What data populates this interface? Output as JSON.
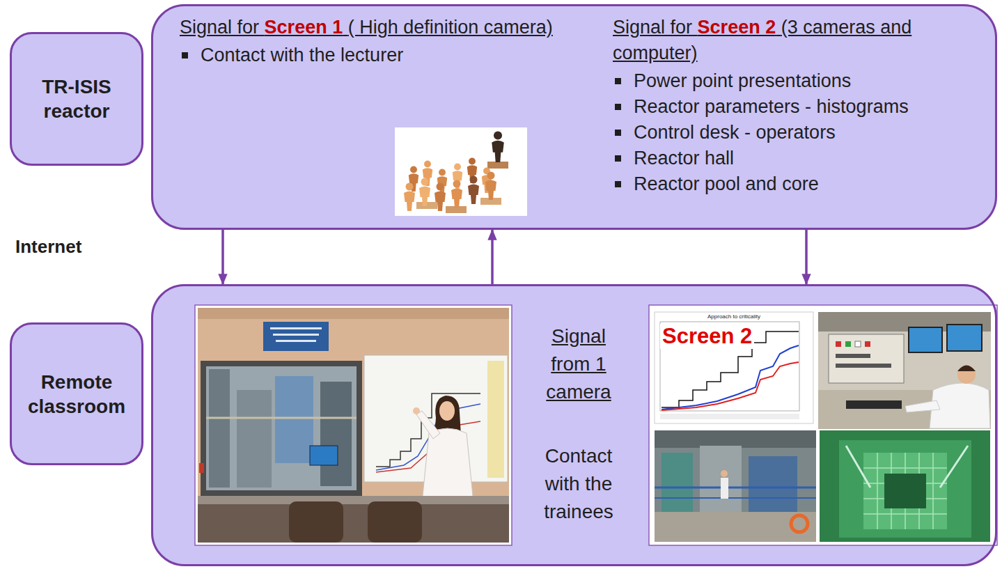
{
  "diagram": {
    "nodes": [
      {
        "text": [
          "TR-ISIS reactor"
        ]
      },
      {
        "text": [
          "Signal for",
          "Screen 1",
          "( High definition camera)",
          "Contact with the lecturer",
          "Signal for",
          "Screen 2",
          "(3 cameras and computer)",
          "Power point presentations",
          "Reactor parameters - histograms",
          "Control desk - operators",
          "Reactor hall",
          "Reactor pool  and core"
        ]
      },
      {
        "text": [
          "Remote classroom"
        ]
      },
      {
        "text": [
          "Signal from 1 camera",
          "Contact with the trainees"
        ]
      }
    ],
    "edges": [
      {
        "from": 1,
        "to": 3,
        "arrow": "to"
      },
      {
        "from": 3,
        "to": 1,
        "arrow": "to"
      },
      {
        "from": 1,
        "to": 3,
        "arrow": "to"
      }
    ],
    "labels": [
      "Internet",
      "Approach to criticality",
      "Screen 2"
    ]
  }
}
